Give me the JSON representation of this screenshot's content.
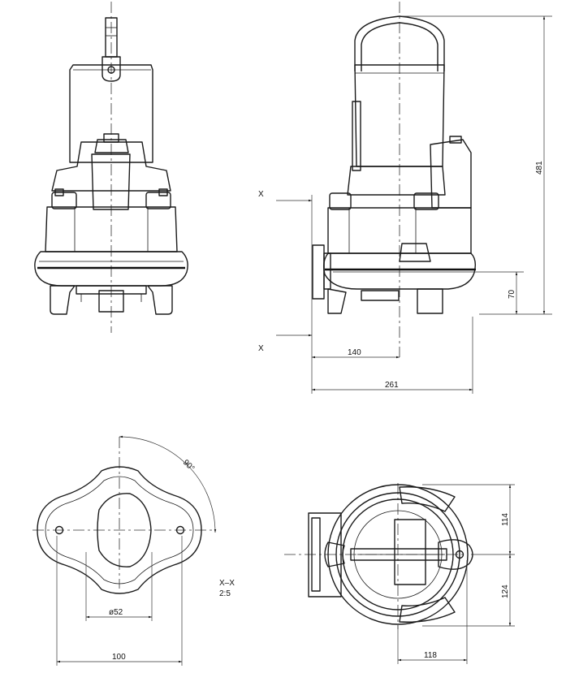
{
  "dimensions": {
    "height_total": "481",
    "outlet_height": "70",
    "outlet_offset": "140",
    "overall_width": "261",
    "angle": "90°",
    "bore_diameter": "ø52",
    "flange_hole_spacing": "100",
    "top_offset": "114",
    "bottom_offset": "124",
    "horizontal_offset": "118"
  },
  "section": {
    "marker_top": "X",
    "marker_bottom": "X",
    "label": "X–X",
    "scale": "2:5"
  }
}
